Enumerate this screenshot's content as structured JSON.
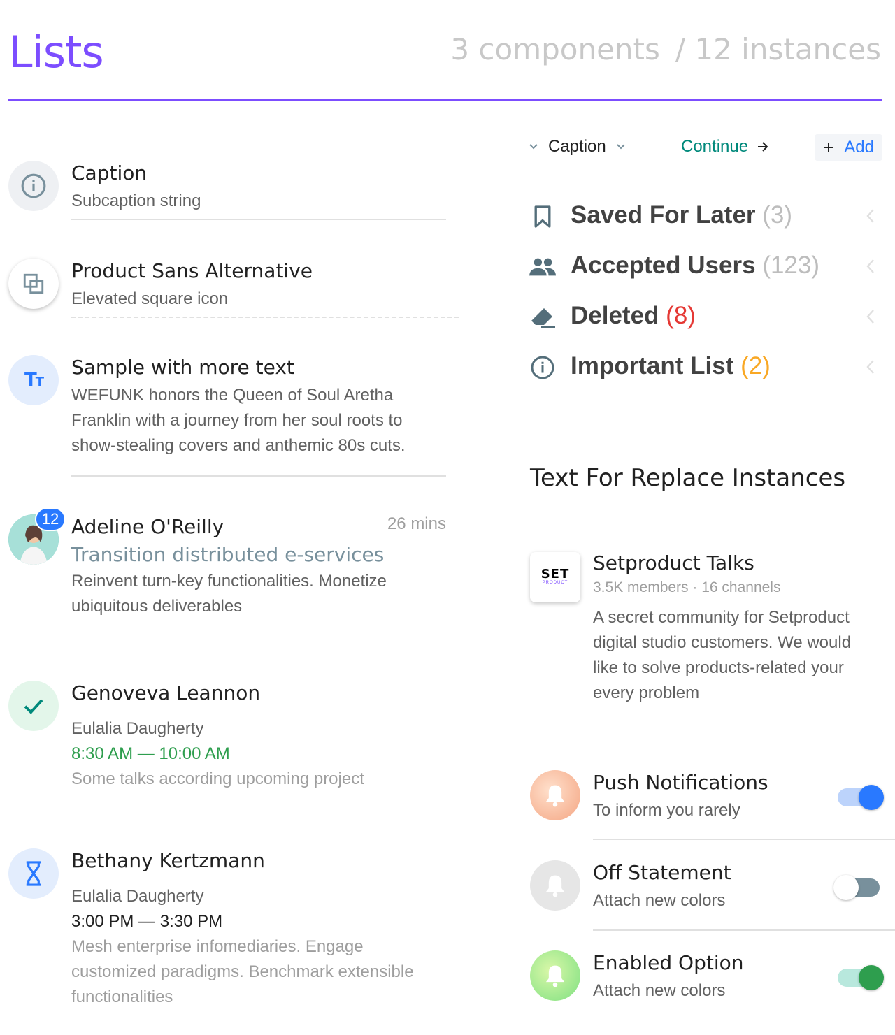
{
  "header": {
    "title": "Lists",
    "components": "3 components",
    "instances": "/ 12 instances"
  },
  "left_list": [
    {
      "title": "Caption",
      "subtitle": "Subcaption string"
    },
    {
      "title": "Product Sans Alternative",
      "subtitle": "Elevated square icon"
    },
    {
      "title": "Sample with more text",
      "body": [
        "WEFUNK honors the Queen of Soul Aretha",
        "Franklin with a journey from her soul roots to",
        "show-stealing covers and anthemic 80s cuts."
      ]
    },
    {
      "title": "Adeline O'Reilly",
      "time": "26 mins",
      "badge": "12",
      "headline": "Transition distributed e-services",
      "body": [
        "Reinvent turn-key functionalities. Monetize",
        "ubiquitous deliverables"
      ]
    },
    {
      "title": "Genoveva Leannon",
      "subtitle": "Eulalia Daugherty",
      "time_range": "8:30 AM — 10:00 AM",
      "note": "Some talks according upcoming project"
    },
    {
      "title": "Bethany Kertzmann",
      "subtitle": "Eulalia Daugherty",
      "time_range": "3:00 PM — 3:30 PM",
      "note": [
        "Mesh enterprise infomediaries. Engage",
        "customized paradigms. Benchmark extensible",
        "functionalities"
      ]
    }
  ],
  "toolbar": {
    "caption": "Caption",
    "continue": "Continue",
    "add": "Add"
  },
  "nav": [
    {
      "label": "Saved For Later",
      "count": "(3)",
      "icon": "bookmark-icon",
      "count_color": "#bdbdbd"
    },
    {
      "label": "Accepted Users",
      "count": "(123)",
      "icon": "people-icon",
      "count_color": "#bdbdbd"
    },
    {
      "label": "Deleted",
      "count": "(8)",
      "icon": "eraser-icon",
      "count_color": "#e53935"
    },
    {
      "label": "Important List",
      "count": "(2)",
      "icon": "info-icon",
      "count_color": "#f9a825"
    }
  ],
  "section_title": "Text For Replace Instances",
  "community": {
    "logo_big": "SET",
    "logo_small": "PRODUCT",
    "title": "Setproduct Talks",
    "meta": "3.5K members · 16 channels",
    "description": [
      "A secret community for Setproduct",
      "digital studio customers. We would",
      "like to solve products-related your",
      "every problem"
    ]
  },
  "toggles": [
    {
      "title": "Push Notifications",
      "subtitle": "To inform you rarely",
      "on": true,
      "color": "#2979ff"
    },
    {
      "title": "Off Statement",
      "subtitle": "Attach new colors",
      "on": false,
      "color": "#78909c"
    },
    {
      "title": "Enabled Option",
      "subtitle": "Attach new colors",
      "on": true,
      "color": "#2e9e4e"
    }
  ],
  "colors": {
    "accent": "#7c4dff",
    "teal": "#00897b",
    "blue": "#2979ff",
    "green": "#2e9e4e",
    "red": "#e53935",
    "amber": "#f9a825"
  }
}
